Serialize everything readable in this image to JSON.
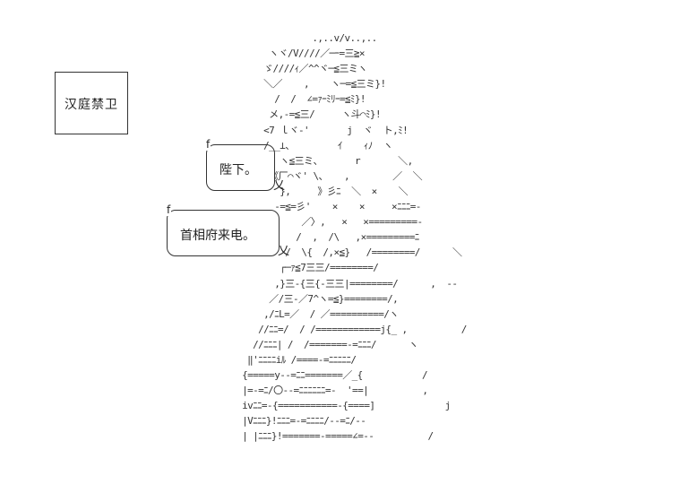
{
  "title_box": {
    "text": "汉庭禁卫"
  },
  "bubbles": [
    {
      "mark": "f",
      "text": "陛下。",
      "tail": "乂"
    },
    {
      "mark": "f",
      "text": "首相府来电。",
      "tail": "乂"
    }
  ],
  "art": {
    "lines": [
      "                .,..v/v..,..",
      "        ヽヾ/V////／─ｰ=三≧×",
      "       ゞ////ｨ／^^ヾ─≦三ミヽ",
      "       ＼／    ,    ヽ─=≦三ミ}!",
      "         /  /  ∠=ｧｰﾐﾘｰ=≦ﾐ}!",
      "        メ,-=≦三/     ヽ斗⌒ﾐ}!",
      "       <7 ｌヾ-'       j  ヾ  ト,ﾐ!",
      "       /__⊥、        ｲ    ｨﾉ  ヽ",
      "          ヽ≦三ミ、      r       ＼,",
      "        《厂⌒ヾ' \\、   ,        ／  ＼",
      "          },     》彡ﾆ  ＼  ×    ＼",
      "         ‐=≦=彡'    ×    ×     ×ﾆﾆﾆ=-",
      "              ／〉,   ×   ×=========-",
      "             /  ,  /\\   ,×=========ﾆ",
      "           /  \\{  /,×≦}   /========/      ＼",
      "          ┌─ｧ≦7三三/========/",
      "         ,}三-{三{-三三|========/      ,  -‐",
      "        ／/三-／7^ヽ=≦}========/,",
      "       ,/ﾆL=／  / ／==========/ヽ",
      "      //ﾆﾆ=/  / /============j{_ ,          /",
      "     //ﾆﾆﾆ| /  /=======-=ﾆﾆﾆ/      ヽ",
      "    ‖'ﾆﾆﾆﾆiﾙ /====-=ﾆﾆﾆﾆﾆ/",
      "   {=====y--=ﾆﾆ=======／_{           /",
      "   |=-=ﾆ/〇--=ﾆﾆﾆﾆﾆﾆ=-  '==|          ,",
      "   ivﾆﾆ=-{===========-{====]             j",
      "   |Vﾆﾆﾆ}!ﾆﾆﾆ=-=ﾆﾆﾆﾆ/--=ﾆ/--",
      "   | |ﾆﾆﾆ}!=======-=====∠=--          /"
    ]
  }
}
